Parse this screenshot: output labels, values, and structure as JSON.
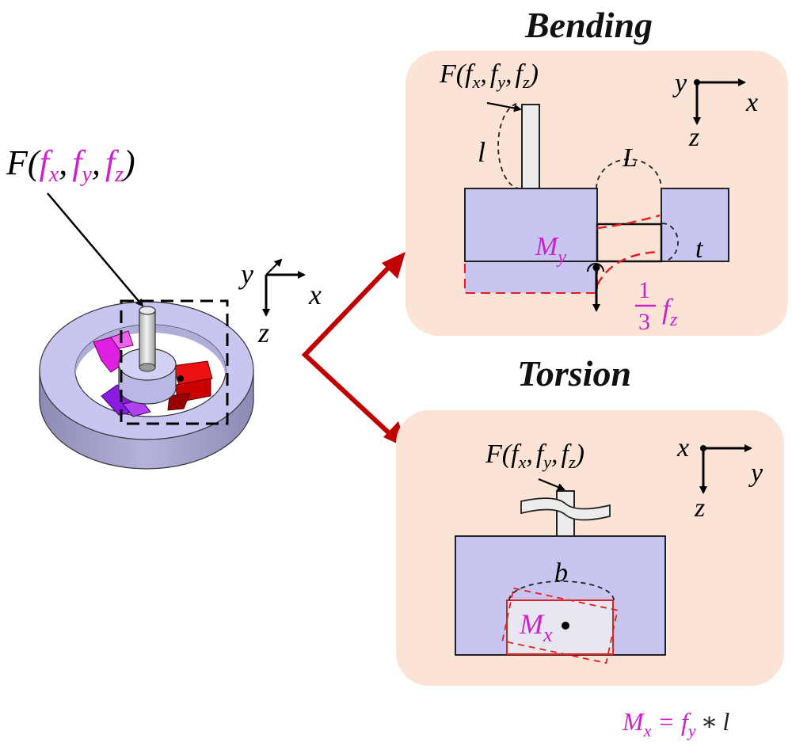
{
  "left_model": {
    "force_label": {
      "F": "F",
      "open": "(",
      "fx": "f",
      "fx_sub": "x",
      "sep1": ",",
      "fy": "f",
      "fy_sub": "y",
      "sep2": ",",
      "fz": "f",
      "fz_sub": "z",
      "close": ")"
    },
    "axes": {
      "x": "x",
      "y": "y",
      "z": "z"
    }
  },
  "bending_panel": {
    "title": "Bending",
    "force_label": {
      "F": "F",
      "open": "(",
      "fx": "f",
      "fx_sub": "x",
      "sep1": ",",
      "fy": "f",
      "fy_sub": "y",
      "sep2": ",",
      "fz": "f",
      "fz_sub": "z",
      "close": ")"
    },
    "axes": {
      "x": "x",
      "y": "y",
      "z": "z"
    },
    "labels": {
      "l": "l",
      "L": "L",
      "t": "t"
    },
    "moment": {
      "M": "M",
      "sub": "y"
    },
    "fraction": {
      "num": "1",
      "den": "3",
      "f": "f",
      "sub": "z"
    }
  },
  "torsion_panel": {
    "title": "Torsion",
    "force_label": {
      "F": "F",
      "open": "(",
      "fx": "f",
      "fx_sub": "x",
      "sep1": ",",
      "fy": "f",
      "fy_sub": "y",
      "sep2": ",",
      "fz": "f",
      "fz_sub": "z",
      "close": ")"
    },
    "axes": {
      "x": "x",
      "y": "y",
      "z": "z"
    },
    "labels": {
      "b": "b"
    },
    "moment": {
      "M": "M",
      "sub": "x"
    }
  },
  "equation": {
    "M": "M",
    "M_sub": "x",
    "eq": "=",
    "f": "f",
    "f_sub": "y",
    "op": "∗",
    "l": "l"
  },
  "colors": {
    "panel": "#fbe3d6",
    "body": "#c8c6f1",
    "magenta": "#cc22cc",
    "red_arrow": "#c00000",
    "black": "#000000"
  }
}
